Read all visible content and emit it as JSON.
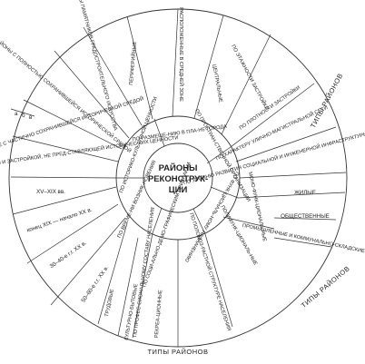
{
  "center": {
    "line1": "РАЙОНЫ",
    "line2": "РЕКОНСТРУК-",
    "line3": "ЦИИ"
  },
  "corner": {
    "top_right": "ТИПЫ РАЙОНОВ",
    "bottom_right": "ТИПЫ РАЙОНОВ",
    "bottom": "ТИПЫ РАЙОНОВ"
  },
  "middle": [
    {
      "id": "pos",
      "text": "ПО РАЗМЕЩЕ-НИЮ В ПЛА-НЕ ГОРОДА"
    },
    {
      "id": "spat",
      "text": "ПО ПРОСТРАН-СТВЕННОЙ ОРГАНИЗАЦИИ"
    },
    {
      "id": "func",
      "text": "ПО ФУНК-ЦИОНАЛЬ-НОМУ НАЗНАЧЕНИЮ"
    },
    {
      "id": "soc",
      "text": "ПО СОЦИ-АЛЬНО-ДЕМО-ГРАФИЧЕСКИМ ПРИЗНАКАМ"
    },
    {
      "id": "age",
      "text": "ПО ВРЕМЕ-НИ ВОЗНИК-НОВЕНИЯ"
    },
    {
      "id": "hist",
      "text": "ПО ИСТОРИКО-КУЛЬТУРНОЙ ЦЕННОСТИ"
    }
  ],
  "outer": [
    {
      "id": "central",
      "text": "ЦЕНТРАЛЬНЫЕ"
    },
    {
      "id": "middlezone",
      "text": "РАСПОЛОЖЕННЫЕ В СРЕДНЕЙ ЗОНЕ"
    },
    {
      "id": "peripheral",
      "text": "ПЕРИФЕРИЙНЫЕ"
    },
    {
      "id": "floors",
      "text": "ПО ЭТАЖНОСТИ ЗАСТРОЙКИ"
    },
    {
      "id": "density",
      "text": "ПО ПЛОТНОСТИ ЗАСТРОЙКИ"
    },
    {
      "id": "streets",
      "text": "ПО ХАРАКТЕРУ УЛИЧНО-МАГИСТРАЛЬНОЙ СЕТИ"
    },
    {
      "id": "infra",
      "text": "ПО УРОВНЮ РАЗВИТИЯ СОЦИАЛЬНОЙ И ИНЖЕНЕРНОЙ ИНФРАСТРУКТУРЫ"
    },
    {
      "id": "mono",
      "text": "МОНО-ФУНК-ЦИОНАЛЬ-НЫЕ"
    },
    {
      "id": "poly",
      "text": "ПОЛИФУНК-ЦИОНАЛЬ-НЫЕ"
    },
    {
      "id": "housing",
      "text": "ЖИЛЫЕ"
    },
    {
      "id": "public",
      "text": "ОБЩЕСТВЕННЫЕ"
    },
    {
      "id": "industrial",
      "text": "ПРОМЫШЛЕННЫЕ И КОММУНАЛЬНО-СКЛАДСКИЕ"
    },
    {
      "id": "agesex",
      "text": "ПО ПОЛОВОЗ-РАСТНОЙ СТРУКТУРЕ НАСЕЛЕНИЯ"
    },
    {
      "id": "prof",
      "text": "ПО ПРОФЕС-СИОНАЛЬНОМУ СОСТАВУ НАСЕЛЕНИЯ"
    },
    {
      "id": "labour",
      "text": "ТРУДОВЫЕ"
    },
    {
      "id": "cultural",
      "text": "КУЛЬТУРНО-БЫТОВЫЕ"
    },
    {
      "id": "recreation",
      "text": "РЕКРЕА-ЦИОННЫЕ"
    },
    {
      "id": "c15",
      "text": "XV–XIX вв."
    },
    {
      "id": "c19",
      "text": "конец XIX — начало XX в."
    },
    {
      "id": "c3040",
      "text": "30–40-е г.г. XX в."
    },
    {
      "id": "c5060",
      "text": "50–60-е г.г. XX в."
    },
    {
      "id": "monuments",
      "text": "РАЙОНЫ ПАМЯТНИКОВ ГРАДОСТРОИТЕЛЬНОГО ИСКУССТВА"
    },
    {
      "id": "fully",
      "text": "РАЙОНЫ С ПОЛНОСТЬЮ СОХРАНИВШЕЙСЯ ИСТОРИЧЕСКОЙ СРЕДОЙ"
    },
    {
      "id": "partly",
      "text": "ТО ЖЕ С ЧАСТИЧНО СОХРАНИВШЕЙСЯ ИСТОРИЧЕСКОЙ СРЕДОЙ"
    },
    {
      "id": "planning",
      "text": "РАЙОНЫ С ПЛАНИРОВКОЙ И ЗАСТРОЙКОЙ, НЕ ПРЕД-СТАВЛЯЮЩЕЙ ИСТОРИЧЕС-КИХ ЦЕННОСТИ"
    }
  ],
  "abv": {
    "a": "а",
    "b": "б",
    "v": "в"
  }
}
